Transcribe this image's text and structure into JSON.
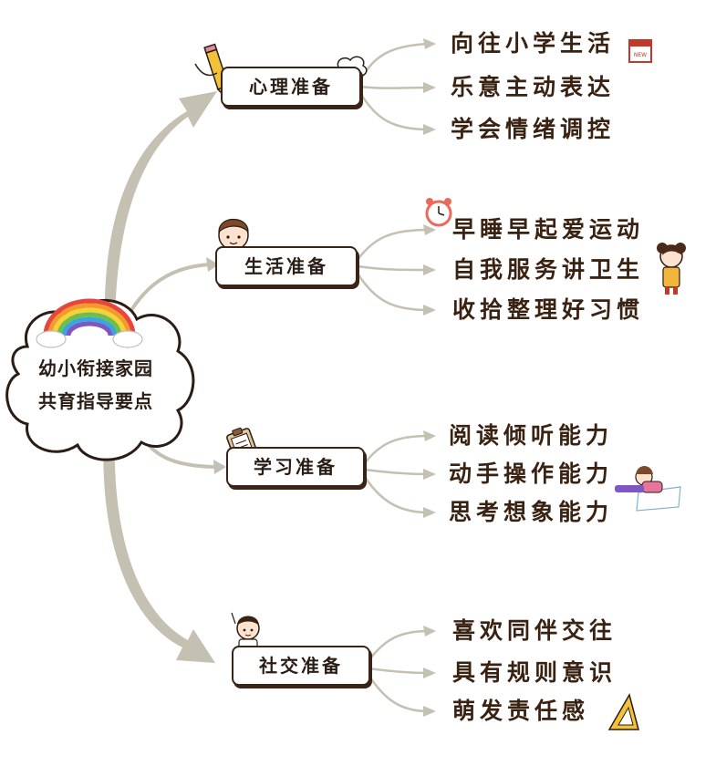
{
  "center": {
    "line1": "幼小衔接家园",
    "line2": "共育指导要点"
  },
  "branches": [
    {
      "label": "心理准备",
      "items": [
        "向往小学生活",
        "乐意主动表达",
        "学会情绪调控"
      ]
    },
    {
      "label": "生活准备",
      "items": [
        "早睡早起爱运动",
        "自我服务讲卫生",
        "收拾整理好习惯"
      ]
    },
    {
      "label": "学习准备",
      "items": [
        "阅读倾听能力",
        "动手操作能力",
        "思考想象能力"
      ]
    },
    {
      "label": "社交准备",
      "items": [
        "喜欢同伴交往",
        "具有规则意识",
        "萌发责任感"
      ]
    }
  ],
  "colors": {
    "arrow": "#c4c0b2",
    "text": "#3a2212",
    "rainbow": [
      "#e8453c",
      "#f39a2b",
      "#f6d23a",
      "#6cc04a",
      "#3aa6dd",
      "#7e57c2"
    ]
  },
  "icons": [
    "rainbow-icon",
    "pencil-icon",
    "cloud-icon",
    "calendar-icon",
    "alarm-clock-icon",
    "boy-icon",
    "girl-icon",
    "clipboard-icon",
    "child-drawing-icon",
    "kid-icon",
    "ruler-triangle-icon"
  ]
}
